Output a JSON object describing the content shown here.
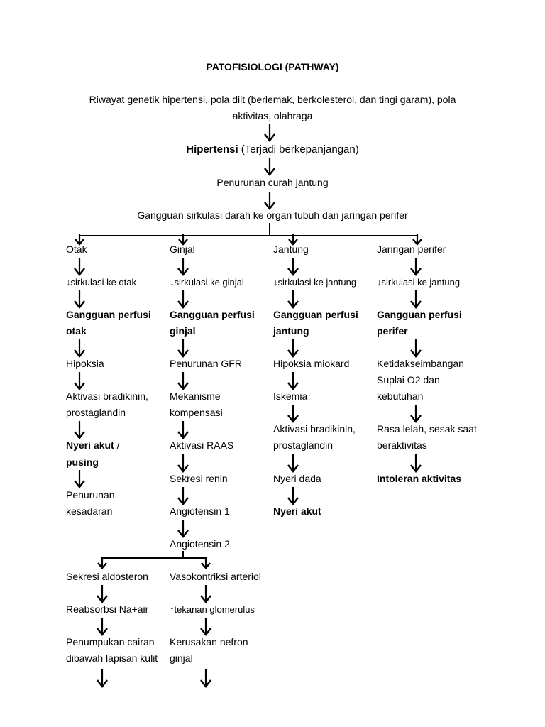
{
  "title": "PATOFISIOLOGI (PATHWAY)",
  "cause_line1": "Riwayat genetik hipertensi, pola diit (berlemak, berkolesterol, dan tingi garam), pola",
  "cause_line2": "aktivitas, olahraga",
  "hypertension_bold": "Hipertensi",
  "hypertension_rest": " (Terjadi berkepanjangan)",
  "cardiac_output": "Penurunan curah jantung",
  "circulation": "Gangguan sirkulasi darah ke organ tubuh dan jaringan perifer",
  "brain": {
    "header": "Otak",
    "circ": "↓sirkulasi ke otak",
    "perf1": "Gangguan perfusi",
    "perf2": "otak",
    "s1": "Hipoksia",
    "s2a": "Aktivasi bradikinin,",
    "s2b": "prostaglandin",
    "pain_bold": "Nyeri akut",
    "pain_sep": " /",
    "pain2": "pusing",
    "s4a": "Penurunan",
    "s4b": "kesadaran"
  },
  "kidney": {
    "header": "Ginjal",
    "circ": "↓sirkulasi ke ginjal",
    "perf1": "Gangguan perfusi",
    "perf2": "ginjal",
    "s1": "Penurunan GFR",
    "s2a": "Mekanisme",
    "s2b": "kompensasi",
    "s3": "Aktivasi RAAS",
    "s4": "Sekresi renin",
    "s5": "Angiotensin 1",
    "s6": "Angiotensin 2"
  },
  "heart": {
    "header": "Jantung",
    "circ": "↓sirkulasi ke jantung",
    "perf1": "Gangguan perfusi",
    "perf2": "jantung",
    "s1": "Hipoksia miokard",
    "s2": "Iskemia",
    "s3a": "Aktivasi bradikinin,",
    "s3b": "prostaglandin",
    "s4": "Nyeri dada",
    "s5": "Nyeri akut"
  },
  "peripheral": {
    "header": "Jaringan perifer",
    "circ": "↓sirkulasi ke jantung",
    "perf1": "Gangguan perfusi",
    "perf2": "perifer",
    "s1a": "Ketidakseimbangan",
    "s1b": "Suplai O2 dan",
    "s1c": "kebutuhan",
    "s2a": "Rasa lelah, sesak saat",
    "s2b": "beraktivitas",
    "s3": "Intoleran aktivitas"
  },
  "aldosterone": {
    "s1": "Sekresi aldosteron",
    "s2": "Reabsorbsi Na+air",
    "s3a": "Penumpukan cairan",
    "s3b": "dibawah lapisan kulit"
  },
  "vaso": {
    "s1": "Vasokontriksi arteriol",
    "s2": "↑tekanan glomerulus",
    "s3a": "Kerusakan nefron",
    "s3b": "ginjal"
  }
}
